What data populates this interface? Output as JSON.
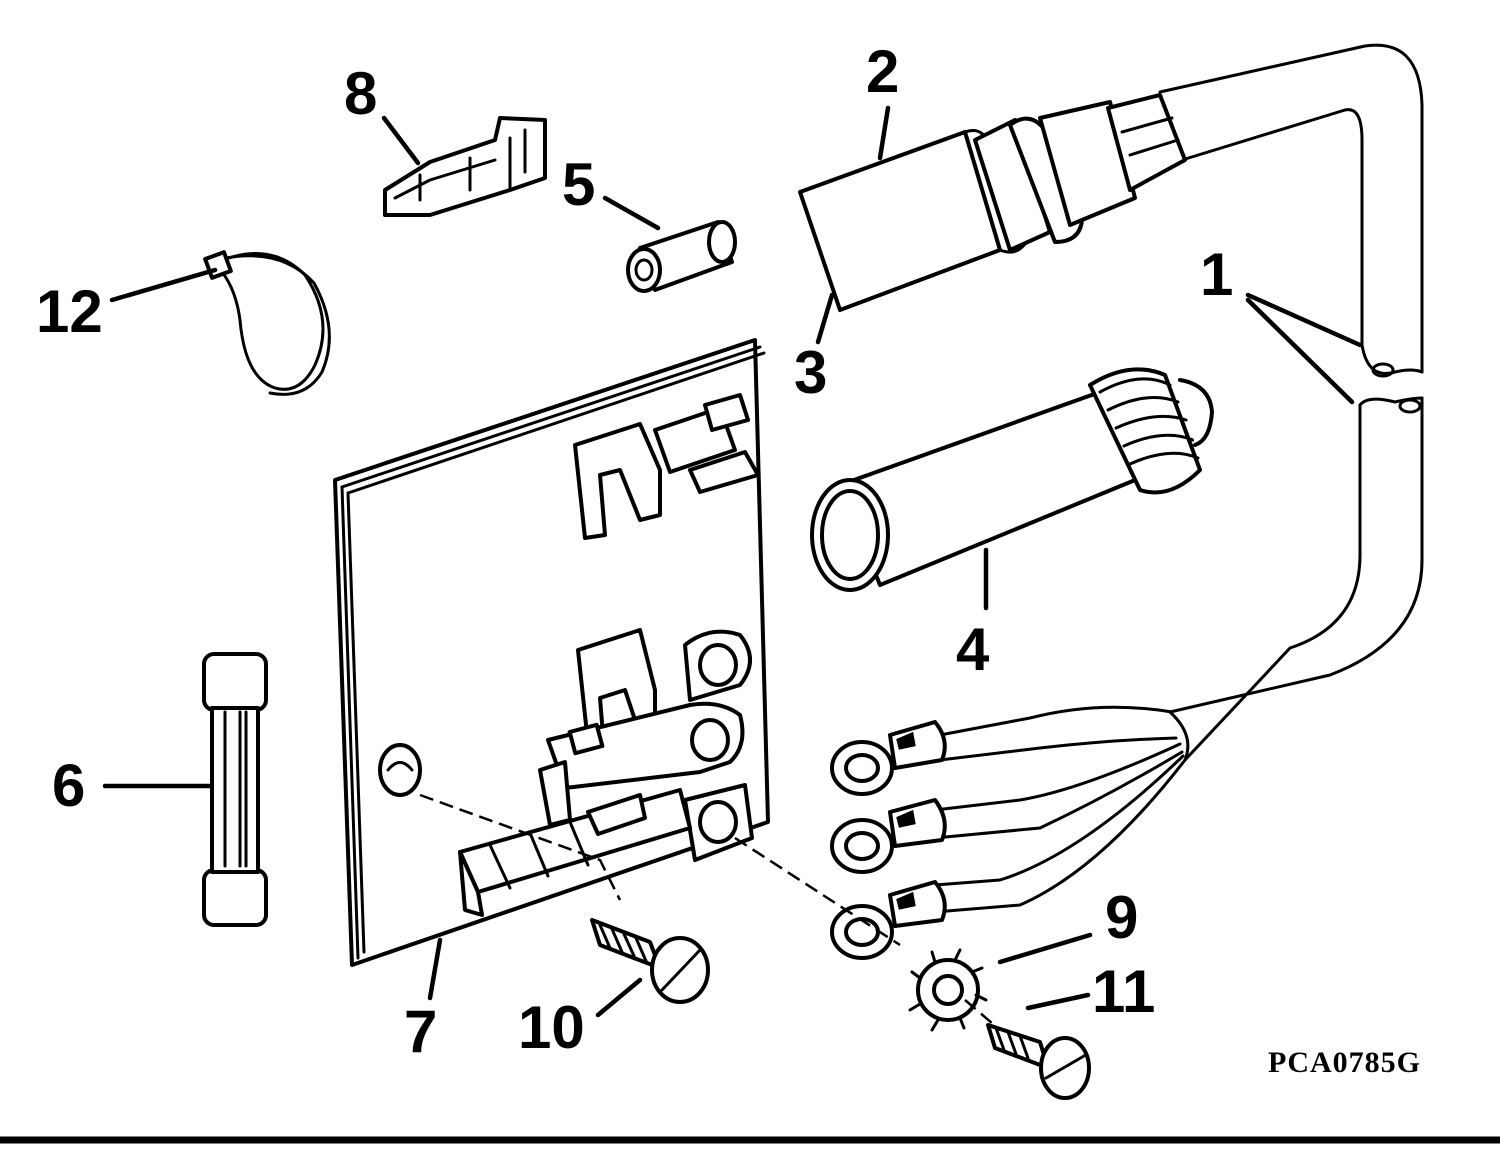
{
  "figure": {
    "reference_code": "PCA0785G",
    "callouts": [
      {
        "id": "c1",
        "label": "1"
      },
      {
        "id": "c2",
        "label": "2"
      },
      {
        "id": "c3",
        "label": "3"
      },
      {
        "id": "c4",
        "label": "4"
      },
      {
        "id": "c5",
        "label": "5"
      },
      {
        "id": "c6",
        "label": "6"
      },
      {
        "id": "c7",
        "label": "7"
      },
      {
        "id": "c8",
        "label": "8"
      },
      {
        "id": "c9",
        "label": "9"
      },
      {
        "id": "c10",
        "label": "10"
      },
      {
        "id": "c11",
        "label": "11"
      },
      {
        "id": "c12",
        "label": "12"
      }
    ]
  },
  "colors": {
    "ink": "#000000",
    "paper": "#ffffff"
  }
}
